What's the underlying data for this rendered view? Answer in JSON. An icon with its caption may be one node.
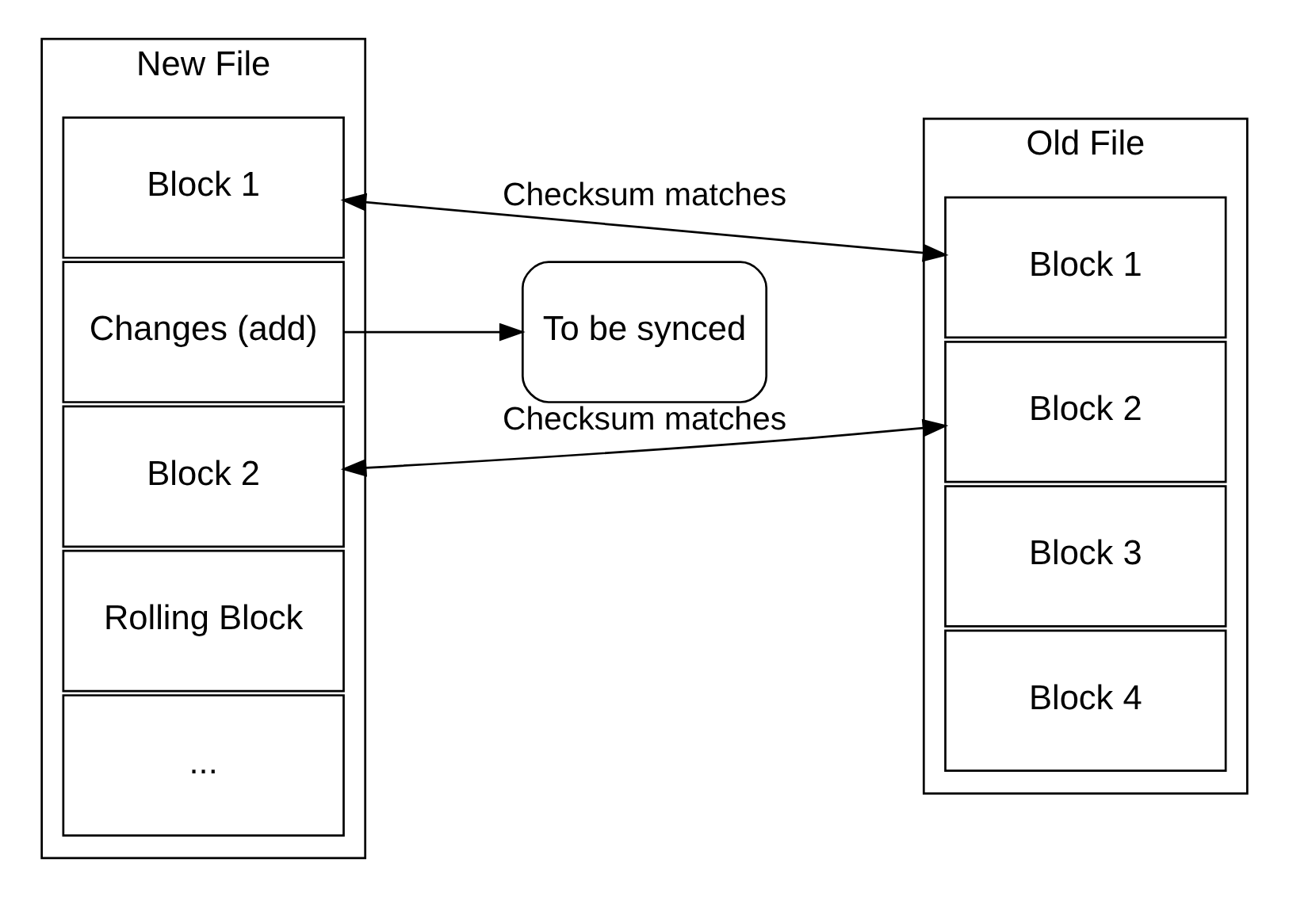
{
  "diagram": {
    "nodes": [
      {
        "text": [
          "New File"
        ]
      },
      {
        "text": [
          "Block 1"
        ],
        "in": 0
      },
      {
        "text": [
          "Changes (add)"
        ],
        "in": 0
      },
      {
        "text": [
          "Block 2"
        ],
        "in": 0
      },
      {
        "text": [
          "Rolling Block"
        ],
        "in": 0
      },
      {
        "text": [
          "..."
        ],
        "in": 0
      },
      {
        "text": [
          "To be synced"
        ]
      },
      {
        "text": [
          "Old File"
        ]
      },
      {
        "text": [
          "Block 1"
        ],
        "in": 7
      },
      {
        "text": [
          "Block 2"
        ],
        "in": 7
      },
      {
        "text": [
          "Block 3"
        ],
        "in": 7
      },
      {
        "text": [
          "Block 4"
        ],
        "in": 7
      }
    ],
    "edges": [
      {
        "from": 1,
        "to": 8,
        "arrow": "both",
        "label": "Checksum matches"
      },
      {
        "from": 2,
        "to": 6,
        "arrow": "to"
      },
      {
        "from": 3,
        "to": 9,
        "arrow": "both",
        "label": "Checksum matches"
      }
    ]
  }
}
